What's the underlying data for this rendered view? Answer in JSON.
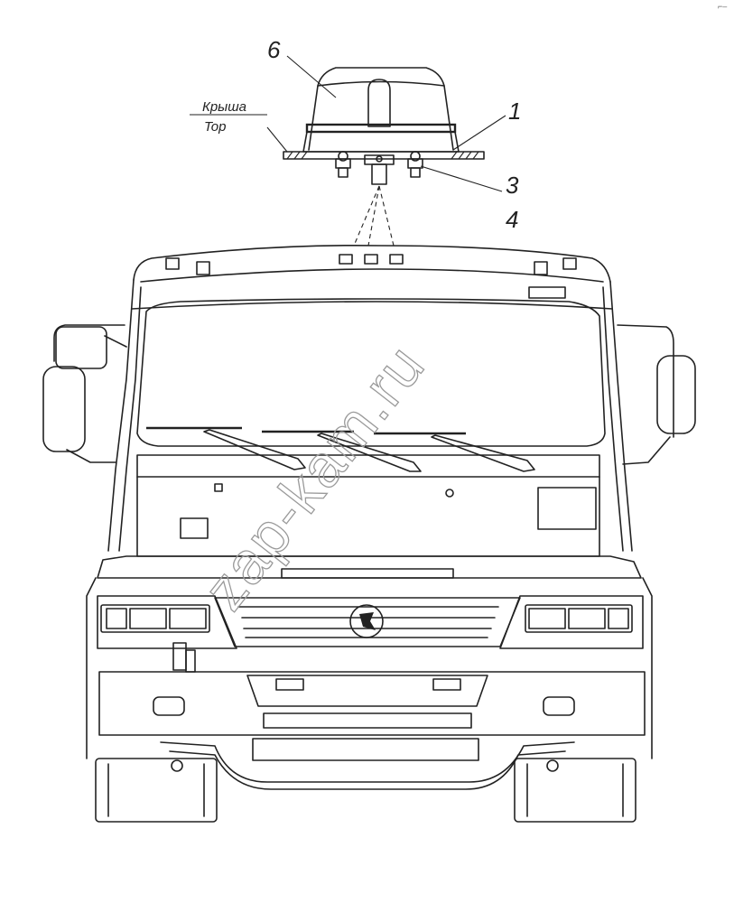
{
  "callouts": {
    "c6": "6",
    "c1": "1",
    "c3": "3",
    "c4": "4"
  },
  "roof_label": {
    "ru": "Крыша",
    "en": "Top"
  },
  "watermark": "zap-kam.ru",
  "corner_mark": "⌐–"
}
